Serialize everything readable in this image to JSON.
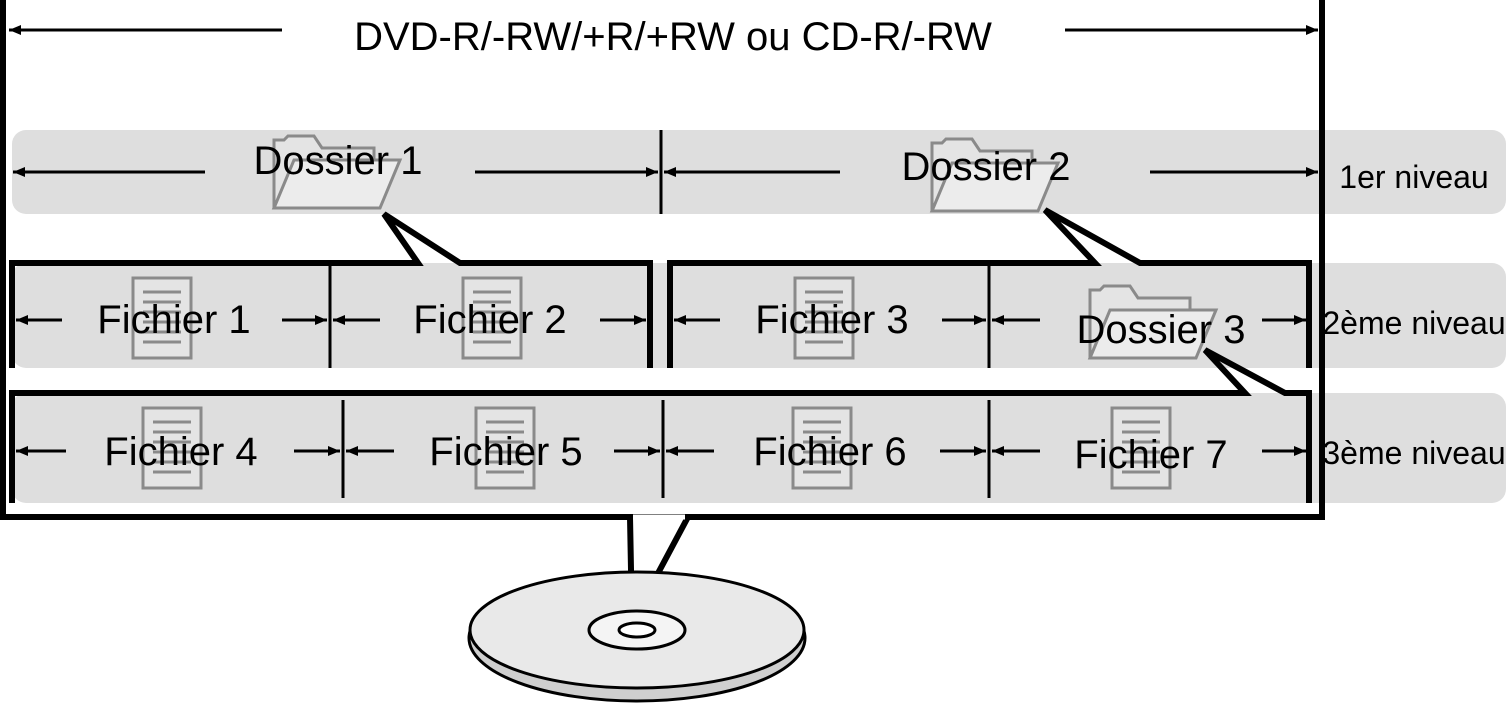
{
  "title": "DVD-R/-RW/+R/+RW ou CD-R/-RW",
  "levels": {
    "first": "1er niveau",
    "second": "2ème niveau",
    "third": "3ème niveau"
  },
  "level1": {
    "folder1": "Dossier 1",
    "folder2": "Dossier 2"
  },
  "level2": {
    "file1": "Fichier 1",
    "file2": "Fichier 2",
    "file3": "Fichier 3",
    "folder3": "Dossier 3"
  },
  "level3": {
    "file4": "Fichier 4",
    "file5": "Fichier 5",
    "file6": "Fichier 6",
    "file7": "Fichier 7"
  },
  "colors": {
    "band": "#dedede",
    "icon": "#8a8a8a",
    "line": "#000000"
  },
  "icons": {
    "file": "document-icon",
    "folder": "folder-icon",
    "disc": "disc-icon"
  }
}
